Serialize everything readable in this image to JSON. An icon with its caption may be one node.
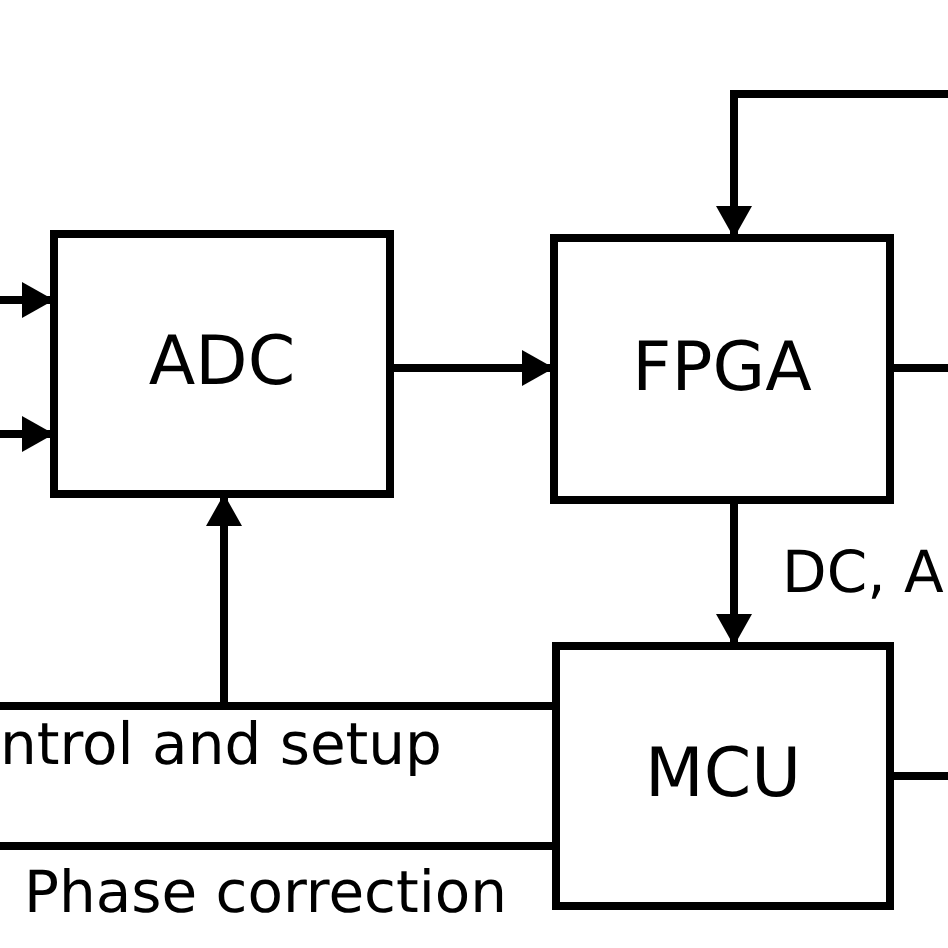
{
  "diagram": {
    "nodes": [
      {
        "text": [
          "ADC"
        ]
      },
      {
        "text": [
          "FPGA"
        ]
      },
      {
        "text": [
          "MCU"
        ]
      }
    ],
    "edges": [
      {
        "from": null,
        "to": 0,
        "arrow": "to"
      },
      {
        "from": null,
        "to": 0,
        "arrow": "to"
      },
      {
        "from": 0,
        "to": 1,
        "arrow": "to"
      },
      {
        "from": 1,
        "to": null,
        "arrow": "none"
      },
      {
        "from": null,
        "to": 1,
        "arrow": "to"
      },
      {
        "from": 1,
        "to": 2,
        "arrow": "to",
        "label": "DC, A"
      },
      {
        "from": 2,
        "to": 0,
        "arrow": "to"
      },
      {
        "from": 2,
        "to": null,
        "arrow": "none",
        "label": "ntrol and setup"
      },
      {
        "from": 2,
        "to": null,
        "arrow": "none",
        "label": "Phase correction"
      },
      {
        "from": 2,
        "to": null,
        "arrow": "none"
      }
    ]
  }
}
